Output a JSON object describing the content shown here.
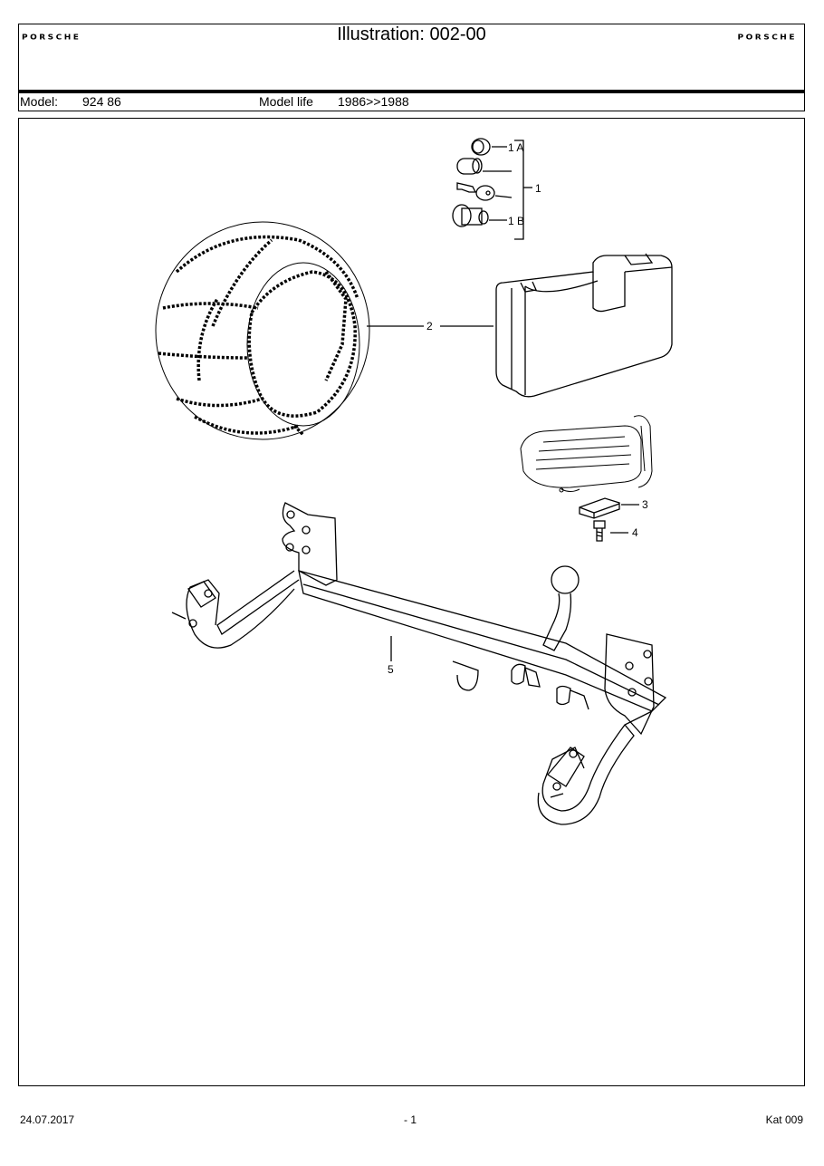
{
  "header": {
    "title": "Illustration: 002-00",
    "logo_left": "PORSCHE",
    "logo_right": "PORSCHE"
  },
  "model_bar": {
    "model_label": "Model:",
    "model_value": "924 86",
    "life_label": "Model life",
    "life_value": "1986>>1988"
  },
  "callouts": {
    "c1": "1",
    "c1a": "1 A",
    "c1b": "1 B",
    "c2": "2",
    "c3": "3",
    "c4": "4",
    "c5": "5"
  },
  "footer": {
    "date": "24.07.2017",
    "page": "- 1",
    "catalog": "Kat 009"
  }
}
